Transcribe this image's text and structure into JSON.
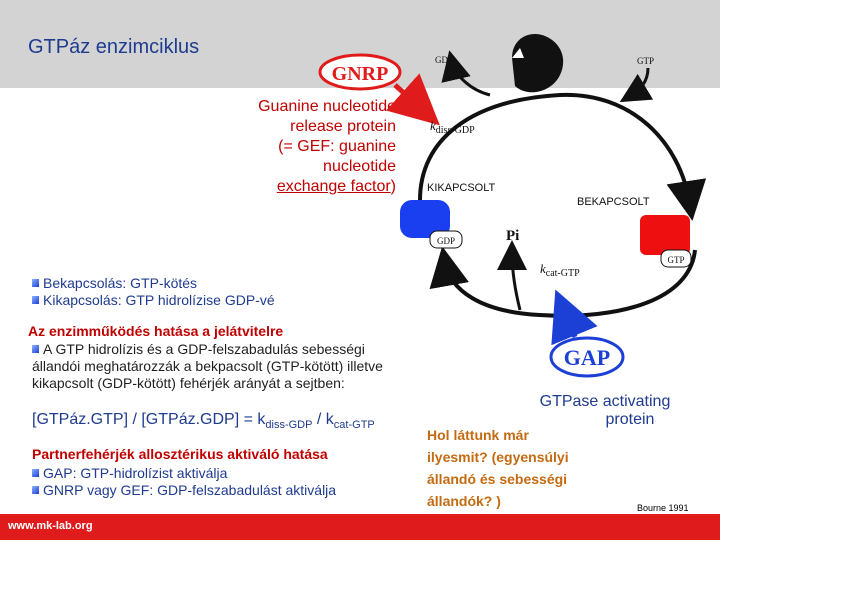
{
  "title": "GTPáz enzimciklus",
  "gef_description": {
    "line1": "Guanine nucleotide",
    "line2": "release protein",
    "line3": "(= GEF: guanine",
    "line4": "nucleotide",
    "line5": "exchange factor",
    "line5_suffix": ")"
  },
  "diagram": {
    "gnrp_label": "GNRP",
    "gap_label": "GAP",
    "gdp_top": "GDP",
    "gtp_top": "GTP",
    "k_diss": "k",
    "k_diss_sub": "diss-GDP",
    "k_cat": "k",
    "k_cat_sub": "cat-GTP",
    "pi_label": "Pi",
    "gdp_bound": "GDP",
    "gtp_bound": "GTP",
    "off_state": "KIKAPCSOLT",
    "on_state": "BEKAPCSOLT",
    "colors": {
      "off_protein": "#1a3ff0",
      "on_protein": "#ee1010",
      "accent_red": "#e01b1b",
      "accent_blue": "#1c3fd6"
    }
  },
  "bullets1": [
    "Bekapcsolás: GTP-kötés",
    "Kikapcsolás: GTP hidrolízise GDP-vé"
  ],
  "section1_heading": "Az enzimműködés hatása a jelátvitelre",
  "section1_text_line1": "A GTP hidrolízis és a GDP-felszabadulás sebességi",
  "section1_text_line2": "állandói meghatározzák a bekpacsolt (GTP-kötött) illetve",
  "section1_text_line3": "kikapcsolt (GDP-kötött) fehérjék arányát a sejtben:",
  "formula": {
    "part1": "[GTPáz.GTP] / [GTPáz.GDP] = k",
    "sub1": "diss-GDP",
    "part2": " / k",
    "sub2": "cat-GTP"
  },
  "section2_heading": "Partnerfehérjék allosztérikus aktiváló hatása",
  "bullets2": [
    "GAP: GTP-hidrolízist aktiválja",
    "GNRP vagy GEF: GDP-felszabadulást aktiválja"
  ],
  "gap_caption_line1": "GTPase activating",
  "gap_caption_line2": "protein",
  "question_line1": "Hol láttunk már",
  "question_line2": "ilyesmit? (egyensúlyi",
  "question_line3": "állandó és sebességi",
  "question_line4": "állandók? )",
  "citation": "Bourne 1991",
  "footer_url": "www.mk-lab.org"
}
